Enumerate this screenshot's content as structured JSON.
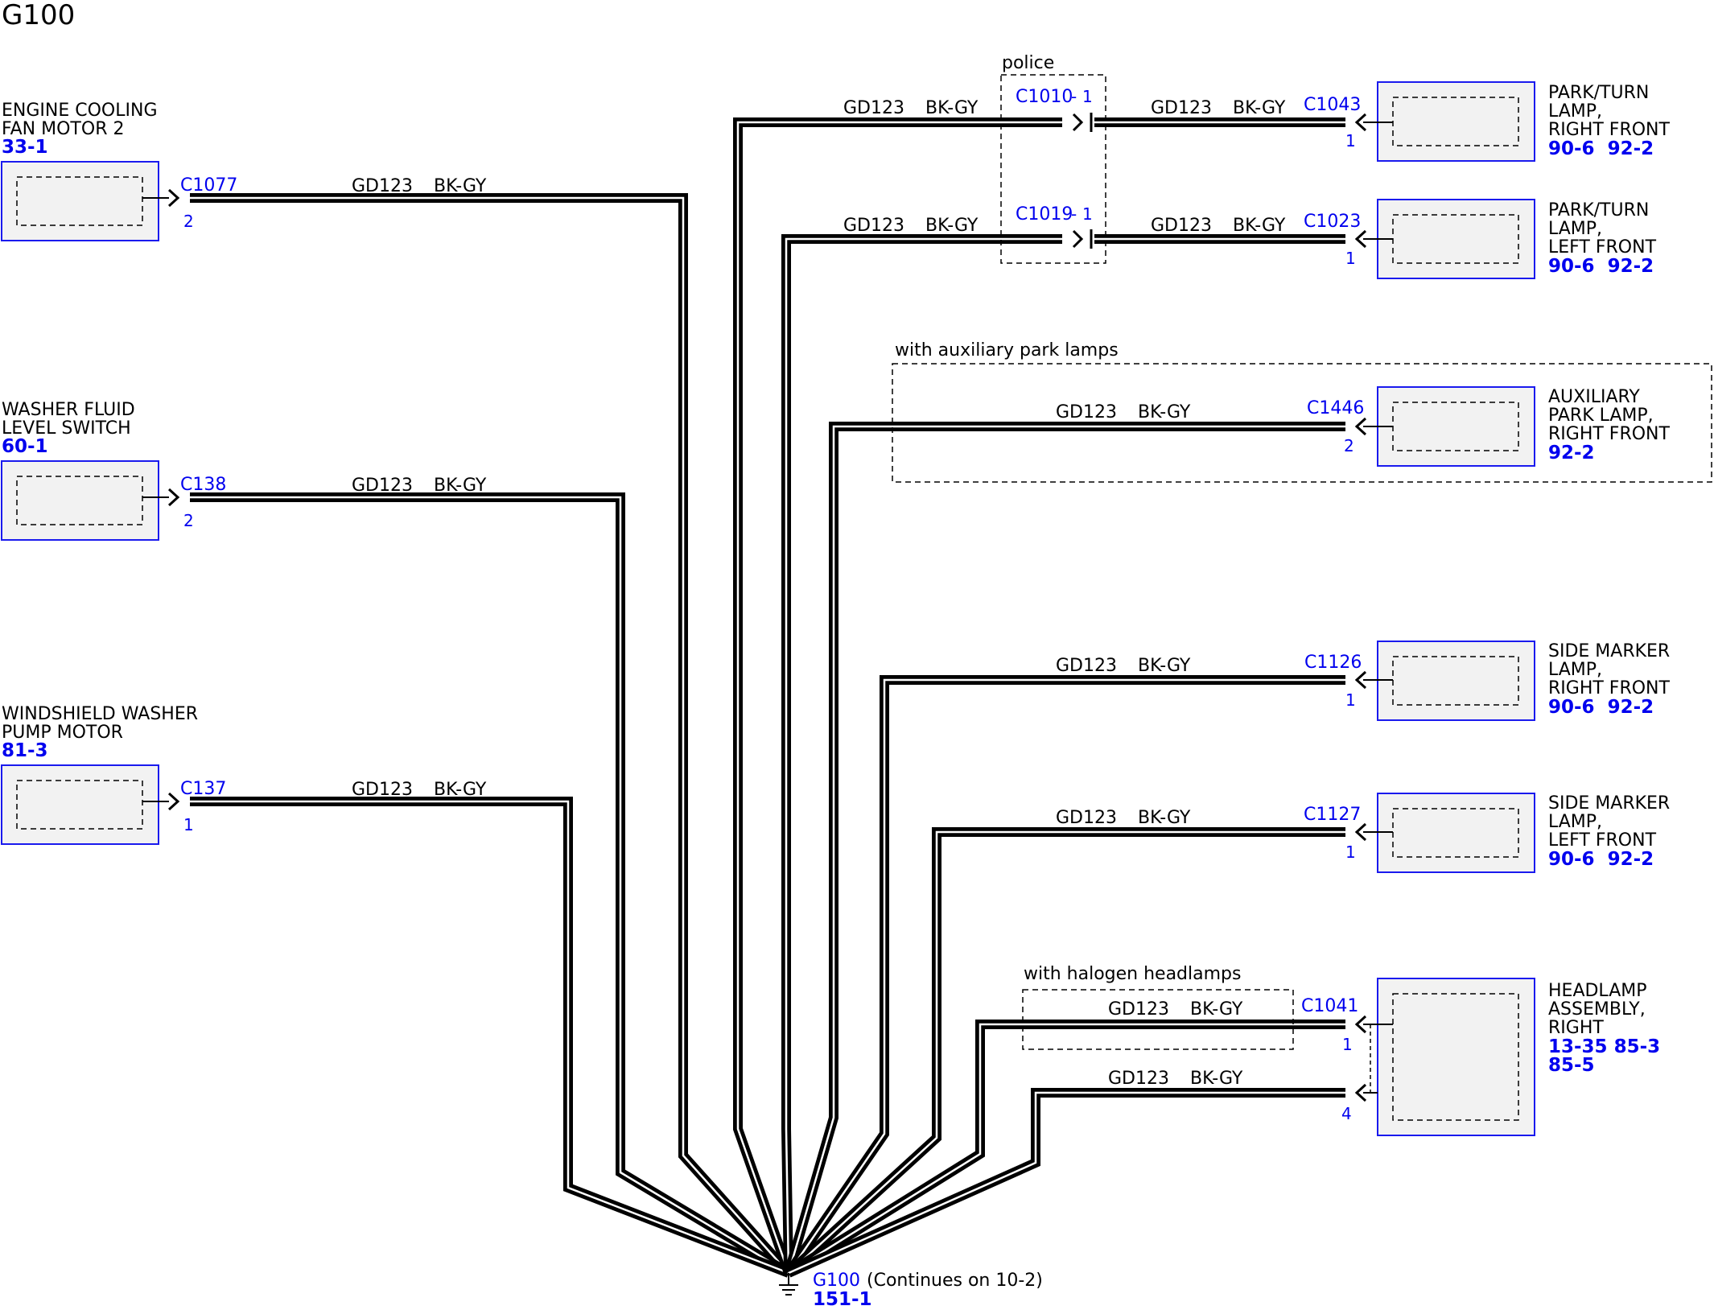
{
  "title": "G100",
  "wire": {
    "circuit": "GD123",
    "color": "BK-GY"
  },
  "ground": {
    "label": "G100",
    "note": "(Continues on 10-2)",
    "ref": "151-1"
  },
  "options": {
    "police": "police",
    "aux": "with auxiliary park lamps",
    "halogen": "with halogen headlamps"
  },
  "left_components": [
    {
      "name_lines": [
        "ENGINE COOLING",
        "FAN MOTOR 2"
      ],
      "refs": "33-1",
      "connector": "C1077",
      "pin": "2"
    },
    {
      "name_lines": [
        "WASHER FLUID",
        "LEVEL SWITCH"
      ],
      "refs": "60-1",
      "connector": "C138",
      "pin": "2"
    },
    {
      "name_lines": [
        "WINDSHIELD WASHER",
        "PUMP MOTOR"
      ],
      "refs": "81-3",
      "connector": "C137",
      "pin": "1"
    }
  ],
  "right_components": [
    {
      "name_lines": [
        "PARK/TURN",
        "LAMP,",
        "RIGHT FRONT"
      ],
      "refs": [
        "90-6  92-2"
      ],
      "connector": "C1043",
      "pin": "1",
      "inline_connector": "C1010",
      "inline_pin": "1"
    },
    {
      "name_lines": [
        "PARK/TURN",
        "LAMP,",
        "LEFT FRONT"
      ],
      "refs": [
        "90-6  92-2"
      ],
      "connector": "C1023",
      "pin": "1",
      "inline_connector": "C1019",
      "inline_pin": "1"
    },
    {
      "name_lines": [
        "AUXILIARY",
        "PARK LAMP,",
        "RIGHT FRONT"
      ],
      "refs": [
        "92-2"
      ],
      "connector": "C1446",
      "pin": "2"
    },
    {
      "name_lines": [
        "SIDE MARKER",
        "LAMP,",
        "RIGHT FRONT"
      ],
      "refs": [
        "90-6  92-2"
      ],
      "connector": "C1126",
      "pin": "1"
    },
    {
      "name_lines": [
        "SIDE MARKER",
        "LAMP,",
        "LEFT FRONT"
      ],
      "refs": [
        "90-6  92-2"
      ],
      "connector": "C1127",
      "pin": "1"
    },
    {
      "name_lines": [
        "HEADLAMP",
        "ASSEMBLY,",
        "RIGHT"
      ],
      "refs": [
        "13-35 85-3",
        "85-5"
      ],
      "connector": "C1041",
      "pin": "1",
      "pin2": "4"
    }
  ],
  "colors": {
    "component_border": "#1a1aee",
    "link_text": "#0000ee",
    "wire": "#000000",
    "component_fill": "#f2f2f2"
  }
}
